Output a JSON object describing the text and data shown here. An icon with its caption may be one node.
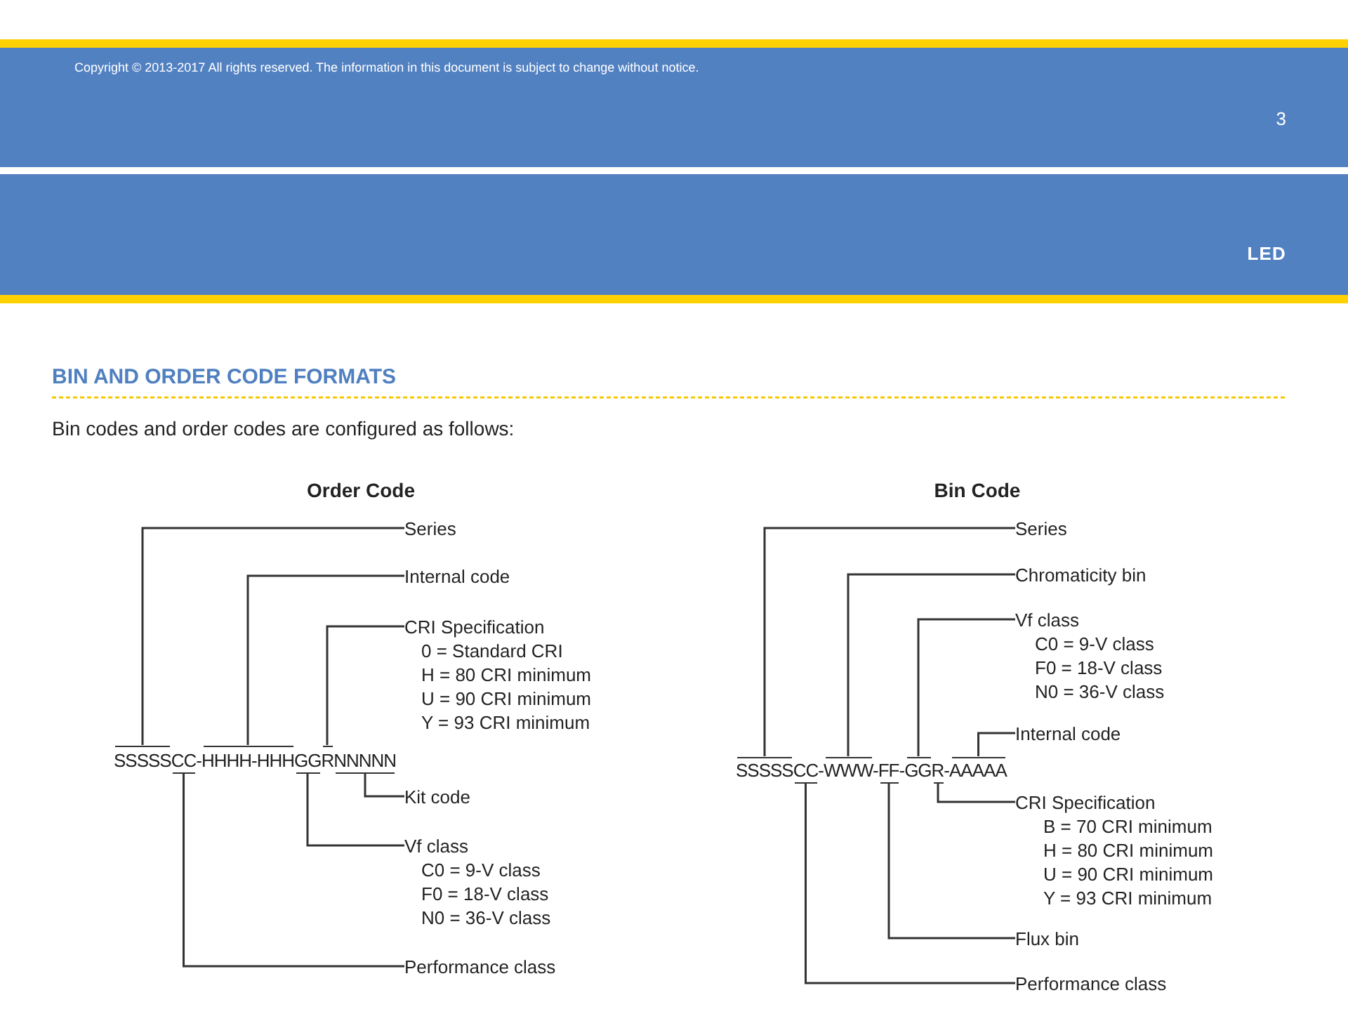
{
  "diagram": {
    "title": "BIN AND ORDER CODE FORMATS",
    "nodes": [
      {
        "text": [
          "Series"
        ]
      },
      {
        "text": [
          "Internal code"
        ]
      },
      {
        "text": [
          "CRI Specification",
          "0 = Standard CRI",
          "H = 80 CRI minimum",
          "U = 90 CRI minimum",
          "Y = 93 CRI minimum"
        ]
      },
      {
        "text": [
          "Kit code"
        ]
      },
      {
        "text": [
          "Vf class",
          "C0 = 9-V class",
          "F0 = 18-V class",
          "N0 = 36-V class"
        ]
      },
      {
        "text": [
          "Performance class"
        ]
      },
      {
        "text": [],
        "shape": "bar"
      },
      {
        "text": [],
        "shape": "bar"
      },
      {
        "text": [],
        "shape": "bar"
      },
      {
        "text": [],
        "shape": "bar"
      },
      {
        "text": [],
        "shape": "bar"
      },
      {
        "text": [],
        "shape": "bar"
      },
      {
        "text": [
          "Series"
        ]
      },
      {
        "text": [
          "Chromaticity bin"
        ]
      },
      {
        "text": [
          "Vf class",
          "C0 = 9-V class",
          "F0 = 18-V class",
          "N0 = 36-V class"
        ]
      },
      {
        "text": [
          "Internal code"
        ]
      },
      {
        "text": [
          "CRI Specification",
          "B = 70 CRI minimum",
          "H = 80 CRI minimum",
          "U = 90 CRI minimum",
          "Y = 93 CRI minimum"
        ]
      },
      {
        "text": [
          "Flux bin"
        ]
      },
      {
        "text": [
          "Performance class"
        ]
      },
      {
        "text": [],
        "shape": "bar"
      },
      {
        "text": [],
        "shape": "bar"
      },
      {
        "text": [],
        "shape": "bar"
      },
      {
        "text": [],
        "shape": "bar"
      },
      {
        "text": [],
        "shape": "bar"
      },
      {
        "text": [],
        "shape": "bar"
      },
      {
        "text": [],
        "shape": "bar"
      }
    ],
    "edges": [
      {
        "from": 0,
        "to": 6,
        "arrow": "none"
      },
      {
        "from": 1,
        "to": 8,
        "arrow": "none"
      },
      {
        "from": 2,
        "to": 10,
        "arrow": "none"
      },
      {
        "from": 3,
        "to": 11,
        "arrow": "none"
      },
      {
        "from": 4,
        "to": 9,
        "arrow": "none"
      },
      {
        "from": 5,
        "to": 7,
        "arrow": "none"
      },
      {
        "from": 12,
        "to": 19,
        "arrow": "none"
      },
      {
        "from": 13,
        "to": 21,
        "arrow": "none"
      },
      {
        "from": 14,
        "to": 23,
        "arrow": "none"
      },
      {
        "from": 15,
        "to": 25,
        "arrow": "none"
      },
      {
        "from": 16,
        "to": 24,
        "arrow": "none"
      },
      {
        "from": 17,
        "to": 22,
        "arrow": "none"
      },
      {
        "from": 18,
        "to": 20,
        "arrow": "none"
      }
    ],
    "labels": [
      "Copyright © 2013-2017 All rights reserved. The information in this document is subject to change without notice.",
      "3",
      "LED",
      "Bin codes and order codes are configured as follows:",
      "Order Code",
      "SSSSSCC-HHHH-HHHGGRNNNNN",
      "Bin Code",
      "SSSSSCC-WWW-FF-GGR-AAAAA"
    ]
  }
}
